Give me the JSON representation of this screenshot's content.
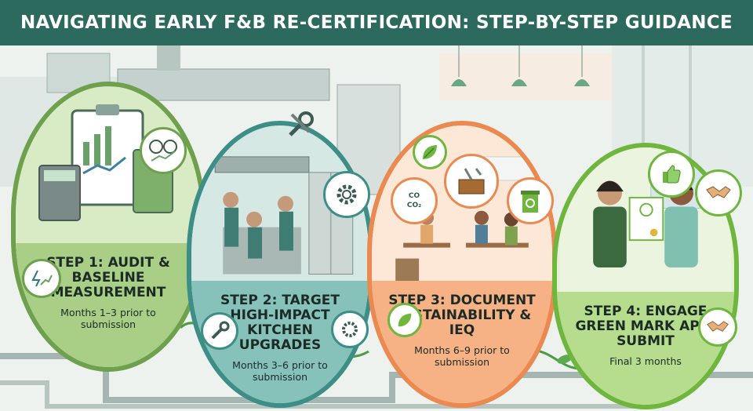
{
  "header": {
    "title": "NAVIGATING EARLY F&B RE-CERTIFICATION: STEP-BY-STEP GUIDANCE"
  },
  "steps": [
    {
      "title": "STEP 1: AUDIT & BASELINE MEASUREMENT",
      "timing": "Months 1–3 prior to submission",
      "icon": "clipboard-chart-icon"
    },
    {
      "title": "STEP 2: TARGET HIGH-IMPACT KITCHEN UPGRADES",
      "timing": "Months 3–6 prior to submission",
      "icon": "wrench-gear-icon"
    },
    {
      "title": "STEP 3: DOCUMENT SUSTAINABILITY & IEQ",
      "timing": "Months 6–9 prior to submission",
      "icon": "leaf-icon"
    },
    {
      "title": "STEP 4: ENGAGE GREEN MARK AP & SUBMIT",
      "timing": "Final 3 months",
      "icon": "handshake-icon"
    }
  ],
  "badges": {
    "co": "CO",
    "co2": "CO₂"
  },
  "colors": {
    "header": "#2c6a5d",
    "step1": "#6ea04e",
    "step2": "#3d8e86",
    "step3": "#ea8a50",
    "step4": "#6eb63e"
  }
}
